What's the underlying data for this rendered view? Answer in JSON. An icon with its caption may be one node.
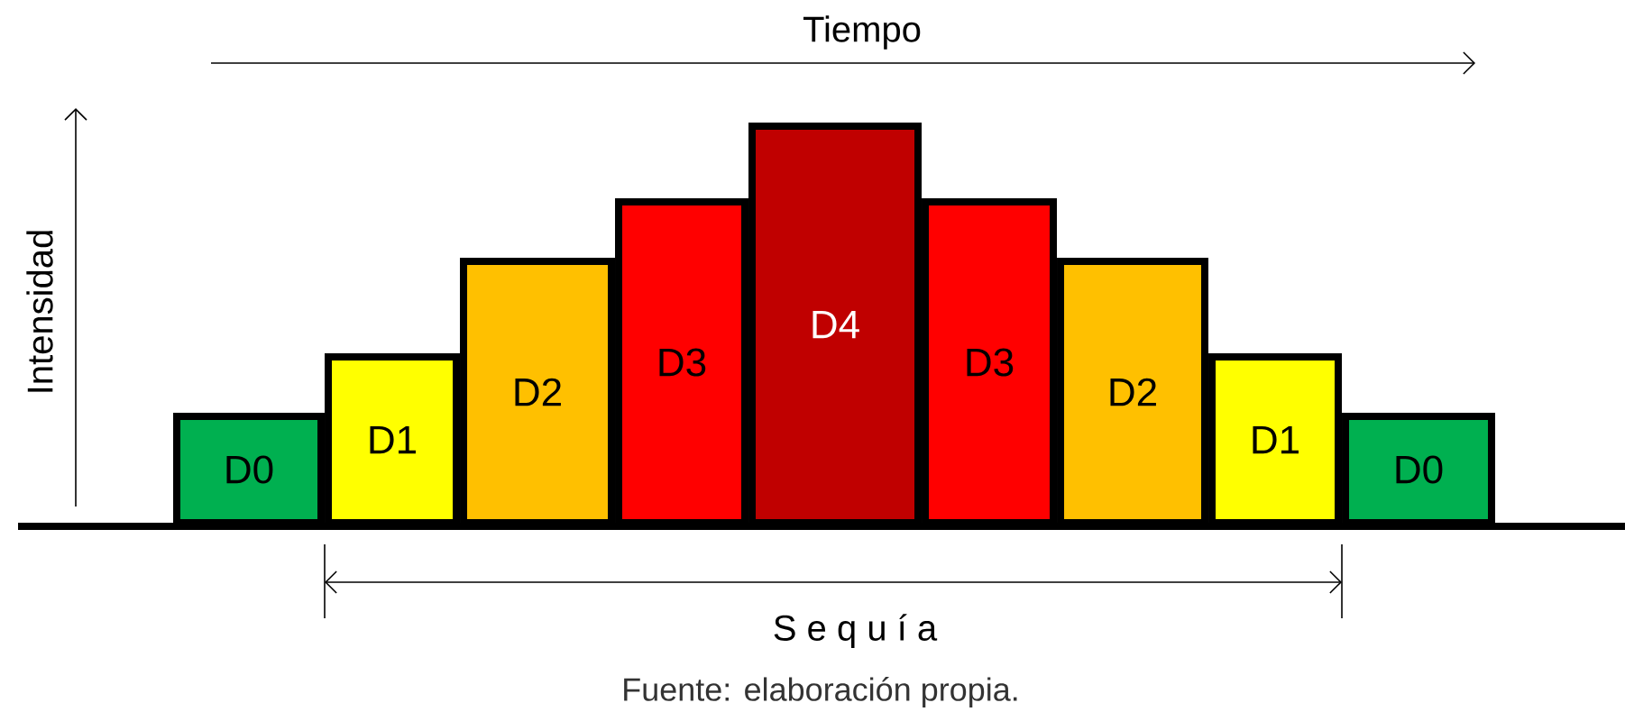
{
  "diagram": {
    "caption": "Fuente: elaboración propia.",
    "nodes": [
      {
        "text": [
          "D0"
        ]
      },
      {
        "text": [
          "D1"
        ]
      },
      {
        "text": [
          "D2"
        ]
      },
      {
        "text": [
          "D3"
        ]
      },
      {
        "text": [
          "D4"
        ]
      },
      {
        "text": [
          "D3"
        ]
      },
      {
        "text": [
          "D2"
        ]
      },
      {
        "text": [
          "D1"
        ]
      },
      {
        "text": [
          "D0"
        ]
      }
    ],
    "labels": [
      "Tiempo",
      "Intensidad",
      "S e q u í a"
    ]
  }
}
